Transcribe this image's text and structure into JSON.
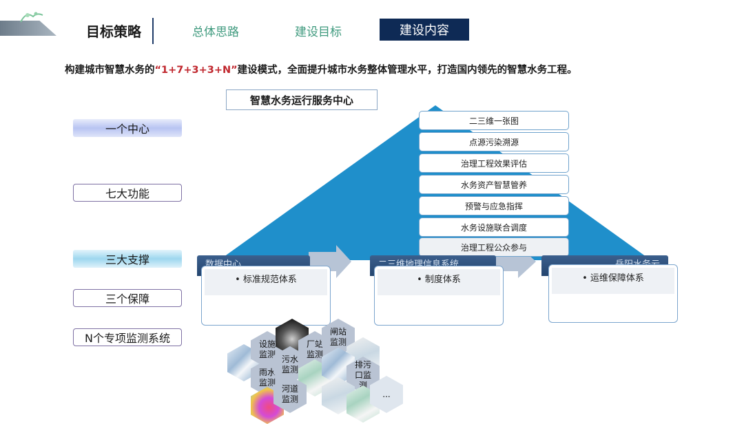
{
  "header": {
    "title": "目标策略",
    "tabs": [
      {
        "label": "总体思路",
        "active": false
      },
      {
        "label": "建设目标",
        "active": false
      },
      {
        "label": "建设内容",
        "active": true
      }
    ]
  },
  "intro": {
    "prefix": "构建城市智慧水务的",
    "highlight": "“1+7+3+3+N”",
    "suffix": "建设模式，全面提升城市水务整体管理水平，打造国内领先的智慧水务工程。"
  },
  "left_labels": {
    "center": "一个中心",
    "functions": "七大功能",
    "supports": "三大支撑",
    "guarantees": "三个保障",
    "monitoring": "N个专项监测系统"
  },
  "center_title": "智慧水务运行服务中心",
  "functions": [
    "二三维一张图",
    "点源污染溯源",
    "治理工程效果评估",
    "水务资产智慧管养",
    "预警与应急指挥",
    "水务设施联合调度",
    "治理工程公众参与"
  ],
  "supports": [
    {
      "title": "数据中心",
      "guarantee": "• 标准规范体系"
    },
    {
      "title": "二三维地理信息系统",
      "guarantee": "• 制度体系"
    },
    {
      "title": "岳阳水务云",
      "guarantee": "• 运维保障体系"
    }
  ],
  "monitoring_hexes": {
    "facility": "设施\n监测",
    "sewage": "污水\n监测",
    "plant": "厂站\n监测",
    "gate": "闸站\n监测",
    "rain": "雨水\n监测",
    "river": "河道\n监测",
    "outfall": "排污\n口监\n测",
    "more": "..."
  },
  "colors": {
    "accent_navy": "#0e2a55",
    "tab_green": "#3f9a7e",
    "highlight_red": "#c0262d",
    "pyramid_blue": "#1f8fcb"
  }
}
